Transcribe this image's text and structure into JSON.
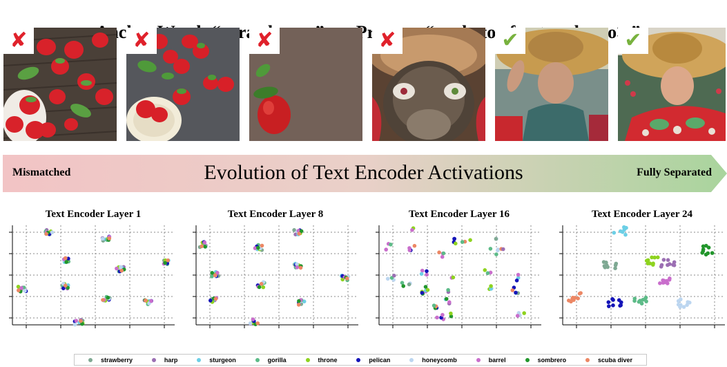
{
  "title": {
    "anchor": "Anchor Word: “ strawberry ”",
    "prompt": "Prompt: “ a photo of a <sombrero> ”"
  },
  "images": [
    {
      "subject": "strawberries on wooden table with leaves",
      "status": "cross",
      "mark": "✘"
    },
    {
      "subject": "strawberries and bowl on grey surface",
      "status": "cross",
      "mark": "✘"
    },
    {
      "subject": "single strawberry on brown surface",
      "status": "cross",
      "mark": "✘"
    },
    {
      "subject": "plush toy with hat brim",
      "status": "cross",
      "mark": "✘"
    },
    {
      "subject": "woman wearing sombrero",
      "status": "check",
      "mark": "✔"
    },
    {
      "subject": "man wearing sombrero",
      "status": "check",
      "mark": "✔"
    }
  ],
  "banner": {
    "left": "Mismatched",
    "center": "Evolution of Text Encoder Activations",
    "right": "Fully Separated",
    "colors": {
      "start": "#f2c4c5",
      "end": "#a9d49d"
    }
  },
  "status_colors": {
    "cross": "#e0212b",
    "check": "#78b23e"
  },
  "chart_data": [
    {
      "type": "scatter",
      "title": "Text Encoder Layer 1",
      "separation": "mixed"
    },
    {
      "type": "scatter",
      "title": "Text Encoder Layer 8",
      "separation": "mixed"
    },
    {
      "type": "scatter",
      "title": "Text Encoder Layer 16",
      "separation": "partial"
    },
    {
      "type": "scatter",
      "title": "Text Encoder Layer 24",
      "separation": "separated"
    }
  ],
  "legend": [
    {
      "label": "strawberry",
      "color": "#7fa993"
    },
    {
      "label": "harp",
      "color": "#9b6fb3"
    },
    {
      "label": "sturgeon",
      "color": "#6ccfe6"
    },
    {
      "label": "gorilla",
      "color": "#5dbb88"
    },
    {
      "label": "throne",
      "color": "#8ed31f"
    },
    {
      "label": "pelican",
      "color": "#1414b8"
    },
    {
      "label": "honeycomb",
      "color": "#bcd6f0"
    },
    {
      "label": "barrel",
      "color": "#c96ecc"
    },
    {
      "label": "sombrero",
      "color": "#22962c"
    },
    {
      "label": "scuba diver",
      "color": "#ec8764"
    }
  ]
}
